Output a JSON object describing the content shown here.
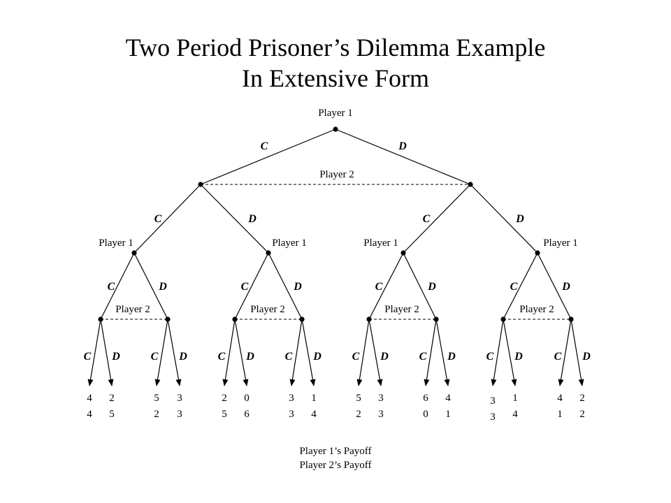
{
  "title": {
    "line1": "Two Period Prisoner’s Dilemma Example",
    "line2": "In Extensive Form"
  },
  "tree": {
    "root_label": "Player 1",
    "root_moves": [
      "C",
      "D"
    ],
    "level2_info_label": "Player 2",
    "level2_moves": [
      "C",
      "D",
      "C",
      "D"
    ],
    "level3_labels": [
      "Player 1",
      "Player 1",
      "Player 1",
      "Player 1"
    ],
    "level3_moves": [
      "C",
      "D",
      "C",
      "D",
      "C",
      "D",
      "C",
      "D"
    ],
    "level4_info_labels": [
      "Player 2",
      "Player 2",
      "Player 2",
      "Player 2"
    ],
    "leaf_moves": [
      "C",
      "D",
      "C",
      "D",
      "C",
      "D",
      "C",
      "D",
      "C",
      "D",
      "C",
      "D",
      "C",
      "D",
      "C",
      "D"
    ],
    "payoffs": [
      {
        "p1": "4",
        "p2": "4"
      },
      {
        "p1": "2",
        "p2": "5"
      },
      {
        "p1": "5",
        "p2": "2"
      },
      {
        "p1": "3",
        "p2": "3"
      },
      {
        "p1": "2",
        "p2": "5"
      },
      {
        "p1": "0",
        "p2": "6"
      },
      {
        "p1": "3",
        "p2": "3"
      },
      {
        "p1": "1",
        "p2": "4"
      },
      {
        "p1": "5",
        "p2": "2"
      },
      {
        "p1": "3",
        "p2": "3"
      },
      {
        "p1": "6",
        "p2": "0"
      },
      {
        "p1": "4",
        "p2": "1"
      },
      {
        "p1": "3",
        "p2": "3"
      },
      {
        "p1": "1",
        "p2": "4"
      },
      {
        "p1": "4",
        "p2": "1"
      },
      {
        "p1": "2",
        "p2": "2"
      }
    ]
  },
  "legend": {
    "line1": "Player 1’s Payoff",
    "line2": "Player 2’s Payoff"
  },
  "colors": {
    "ink": "#000000",
    "background": "#ffffff"
  }
}
